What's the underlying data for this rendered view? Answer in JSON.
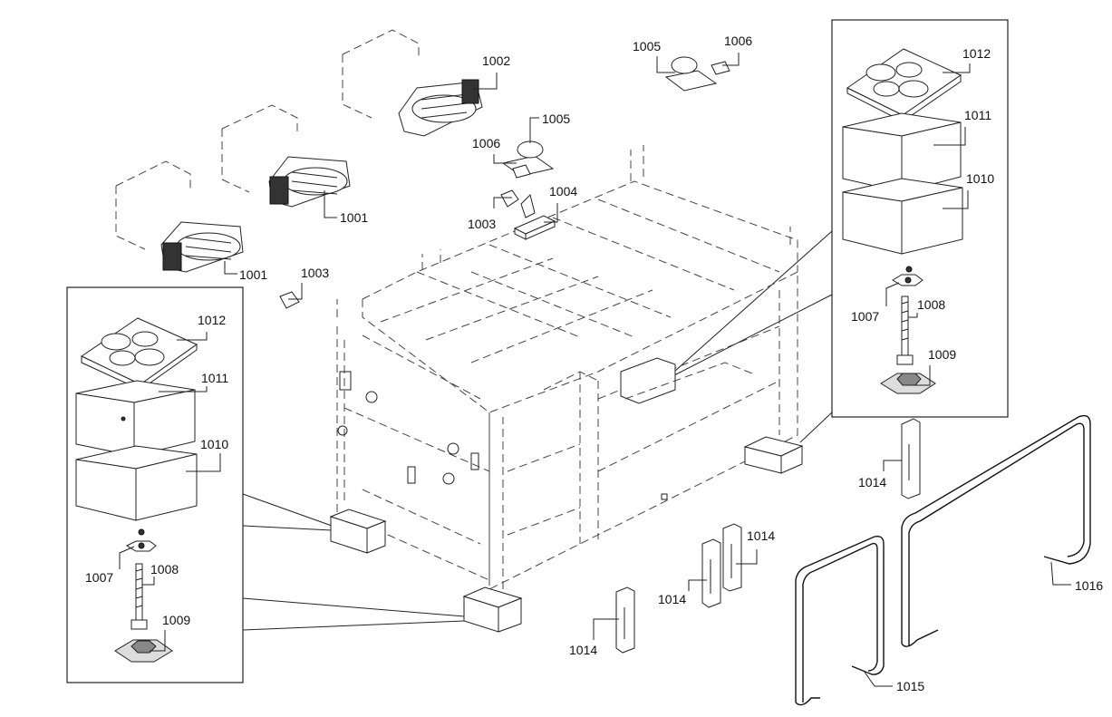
{
  "callouts": {
    "c1001a": "1001",
    "c1001b": "1001",
    "c1002": "1002",
    "c1003a": "1003",
    "c1003b": "1003",
    "c1004": "1004",
    "c1005a": "1005",
    "c1005b": "1005",
    "c1006a": "1006",
    "c1006b": "1006",
    "c1007a": "1007",
    "c1007b": "1007",
    "c1008a": "1008",
    "c1008b": "1008",
    "c1009a": "1009",
    "c1009b": "1009",
    "c1010a": "1010",
    "c1010b": "1010",
    "c1011a": "1011",
    "c1011b": "1011",
    "c1012a": "1012",
    "c1012b": "1012",
    "c1014a": "1014",
    "c1014b": "1014",
    "c1014c": "1014",
    "c1014d": "1014",
    "c1015": "1015",
    "c1016": "1016"
  }
}
